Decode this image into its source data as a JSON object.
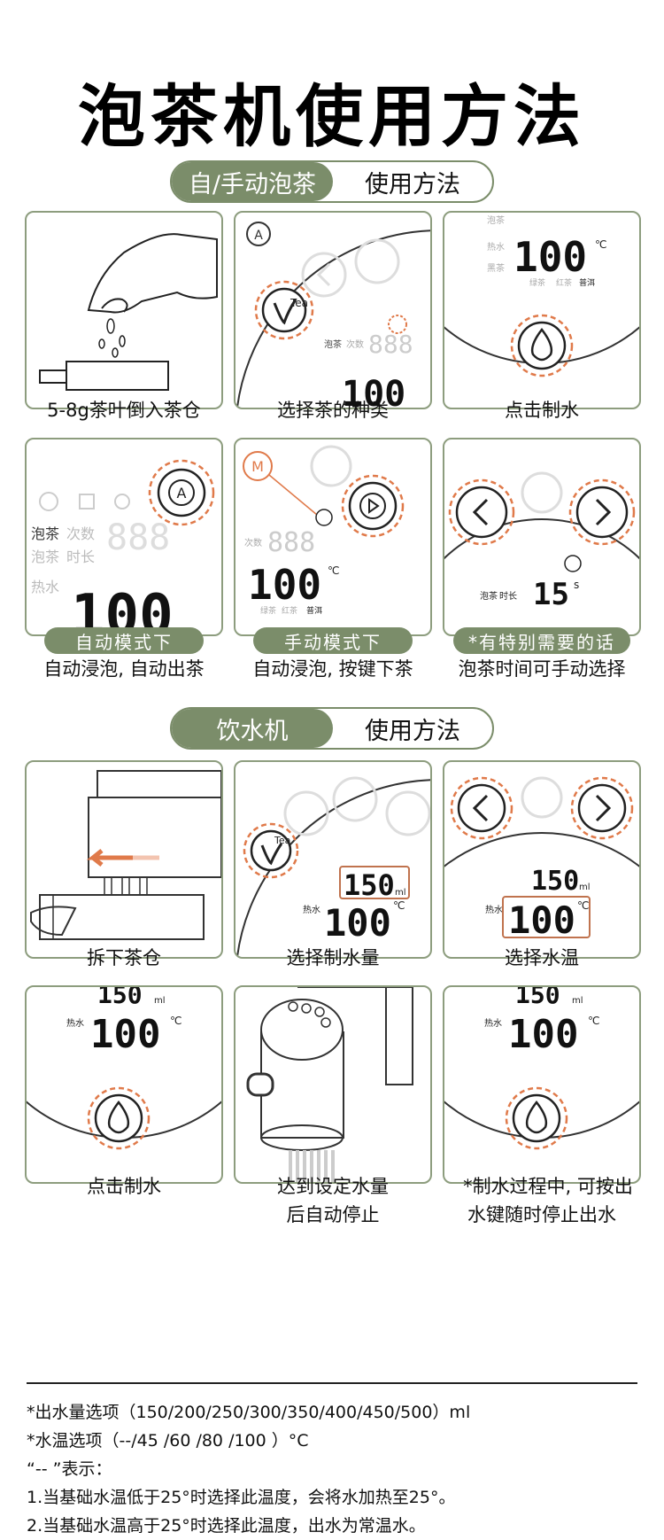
{
  "title": "泡茶机使用方法",
  "section1": {
    "pill_left": "自/手动泡茶",
    "pill_right": "使用方法",
    "steps": [
      {
        "caption": "5-8g茶叶倒入茶仓"
      },
      {
        "caption": "选择茶的种类"
      },
      {
        "caption": "点击制水"
      },
      {
        "tag": "自动模式下",
        "caption": "自动浸泡, 自动出茶"
      },
      {
        "tag": "手动模式下",
        "caption": "自动浸泡, 按键下茶"
      },
      {
        "tag": "*有特别需要的话",
        "caption": "泡茶时间可手动选择"
      }
    ]
  },
  "section2": {
    "pill_left": "饮水机",
    "pill_right": "使用方法",
    "steps": [
      {
        "caption": "拆下茶仓"
      },
      {
        "caption": "选择制水量"
      },
      {
        "caption": "选择水温"
      },
      {
        "caption": "点击制水"
      },
      {
        "caption": "达到设定水量",
        "caption2": "后自动停止"
      },
      {
        "caption": "*制水过程中, 可按出",
        "caption2": "水键随时停止出水"
      }
    ]
  },
  "display": {
    "temp": "100",
    "unit_c": "℃",
    "volume": "150",
    "unit_ml": "ml",
    "time": "15",
    "unit_s": "s",
    "digits_placeholder": "888",
    "label_tea": "泡茶",
    "label_count": "次数",
    "label_time": "时长",
    "label_hot": "热水",
    "label_black": "黑茶",
    "label_green": "绿茶",
    "label_red": "红茶",
    "label_puer": "普洱",
    "tea_icon": "Tea"
  },
  "notes": [
    "*出水量选项（150/200/250/300/350/400/450/500）ml",
    "*水温选项（--/45 /60 /80 /100 ）°C",
    "“-- ”表示：",
    "1.当基础水温低于25°时选择此温度，会将水加热至25°。",
    "2.当基础水温高于25°时选择此温度，出水为常温水。"
  ],
  "colors": {
    "accent": "#7b8d6a",
    "orange": "#e07a4a",
    "border": "#8d9d7e"
  }
}
